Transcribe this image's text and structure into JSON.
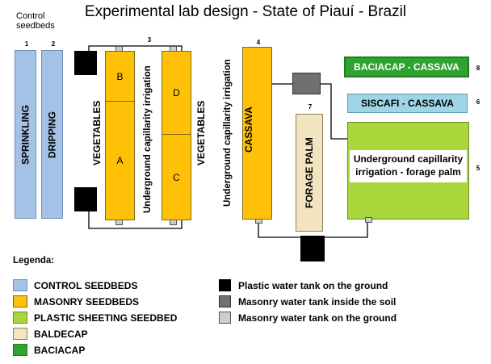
{
  "title": "Experimental lab design - State of Piauí - Brazil",
  "control_seedbeds_label_line1": "Control",
  "control_seedbeds_label_line2": "seedbeds",
  "beds": {
    "sprinkling": {
      "number": "1",
      "label": "SPRINKLING"
    },
    "dripping": {
      "number": "2",
      "label": "DRIPPING"
    },
    "vegetables_group_number": "3",
    "vegetables_left": "VEGETABLES",
    "vegetables_right": "VEGETABLES",
    "vegetables_irrigation": "Underground capillarity irrigation",
    "bed_b": "B",
    "bed_a": "A",
    "bed_d": "D",
    "bed_c": "C",
    "cassava_irrigation": "Underground capillarity irrigation",
    "cassava": {
      "number": "4",
      "label": "CASSAVA"
    },
    "forage_palm": {
      "number": "7",
      "label": "FORAGE PALM"
    },
    "forage_palm_field": {
      "number": "5",
      "label": "Underground capillarity irrigation - forage palm"
    },
    "baciacap": {
      "number": "8",
      "label": "BACIACAP - CASSAVA"
    },
    "siscafi": {
      "number": "6",
      "label": "SISCAFI - CASSAVA"
    }
  },
  "legend": {
    "title": "Legenda:",
    "left": [
      {
        "label": "CONTROL SEEDBEDS",
        "color": "#a4c2e6"
      },
      {
        "label": "MASONRY SEEDBEDS",
        "color": "#ffc107"
      },
      {
        "label": "PLASTIC SHEETING SEEDBED",
        "color": "#a9d63a"
      },
      {
        "label": "BALDECAP",
        "color": "#f1e4bf"
      },
      {
        "label": "BACIACAP",
        "color": "#2fa22f"
      }
    ],
    "right": [
      {
        "label": "Plastic water tank on the ground",
        "color": "#000000"
      },
      {
        "label": "Masonry water tank inside the soil",
        "color": "#707070"
      },
      {
        "label": "Masonry water tank on the ground",
        "color": "#cdcdcd"
      }
    ]
  }
}
